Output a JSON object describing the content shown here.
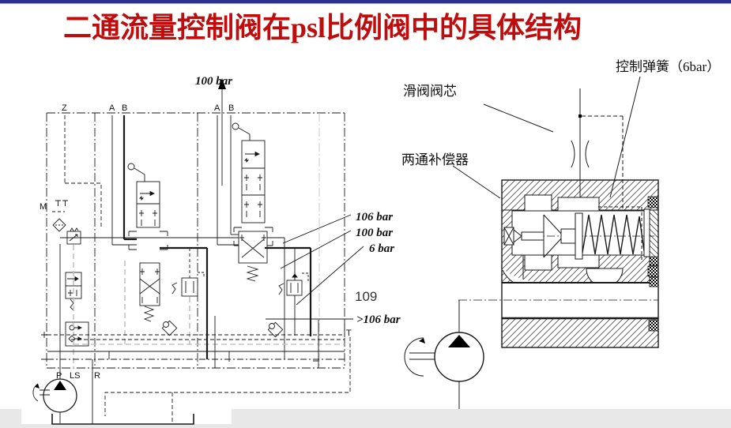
{
  "title": "二通流量控制阀在psl比例阀中的具体结构",
  "colors": {
    "title_red": "#bf0c0c",
    "top_bar_navy": "#2e3192",
    "footer_gray": "#e8e8e8",
    "ls_line_gray": "#c3c3c3",
    "line_black": "#1a1a1a"
  },
  "schematic": {
    "pressure_top": "100 bar",
    "ports": {
      "z": "Z",
      "a1": "A",
      "b1": "B",
      "a2": "A",
      "b2": "B",
      "m": "M",
      "p": "P",
      "ls": "LS",
      "r": "R",
      "t": "T"
    },
    "annotations": {
      "p106": "106 bar",
      "p100": "100 bar",
      "p6": "6 bar",
      "num109": "109",
      "pgt106": ">106 bar"
    }
  },
  "section_view": {
    "labels": {
      "control_spring": "控制弹簧（6bar）",
      "spool": "滑阀阀芯",
      "compensator": "两通补偿器"
    }
  }
}
